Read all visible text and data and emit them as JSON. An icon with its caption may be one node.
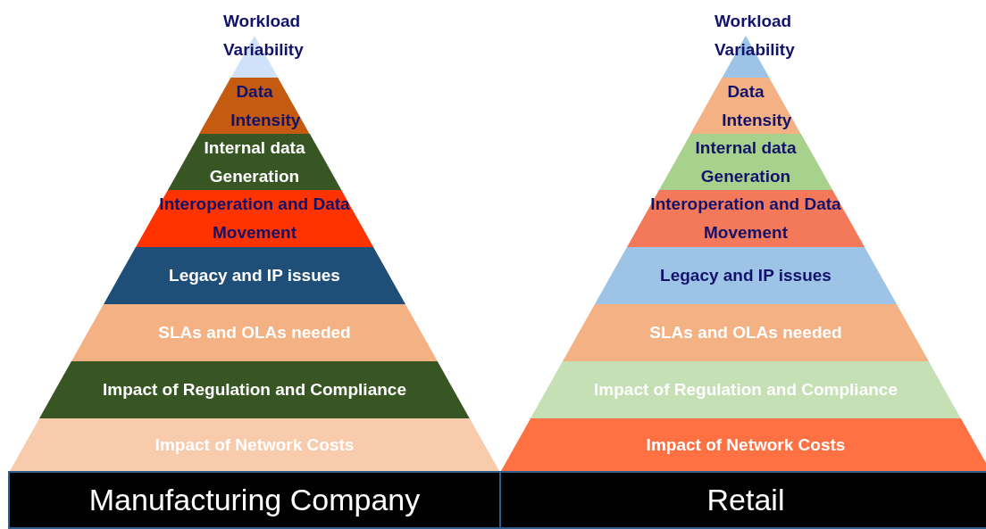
{
  "diagram": {
    "nodes": [
      {
        "text": [
          "Workload Variability"
        ]
      },
      {
        "text": [
          "Data Intensity"
        ]
      },
      {
        "text": [
          "Internal data Generation"
        ]
      },
      {
        "text": [
          "Interoperation and Data Movement"
        ]
      },
      {
        "text": [
          "Legacy and IP issues"
        ]
      },
      {
        "text": [
          "SLAs and OLAs needed"
        ]
      },
      {
        "text": [
          "Impact of Regulation and Compliance"
        ]
      },
      {
        "text": [
          "Impact of Network Costs"
        ]
      },
      {
        "text": [
          "Manufacturing Company"
        ]
      },
      {
        "text": [
          "Workload Variability"
        ]
      },
      {
        "text": [
          "Data Intensity"
        ]
      },
      {
        "text": [
          "Internal data Generation"
        ]
      },
      {
        "text": [
          "Interoperation and Data Movement"
        ]
      },
      {
        "text": [
          "Legacy and IP issues"
        ]
      },
      {
        "text": [
          "SLAs and OLAs needed"
        ]
      },
      {
        "text": [
          "Impact of Regulation and Compliance"
        ]
      },
      {
        "text": [
          "Impact of Network Costs"
        ]
      },
      {
        "text": [
          "Retail"
        ]
      }
    ]
  }
}
